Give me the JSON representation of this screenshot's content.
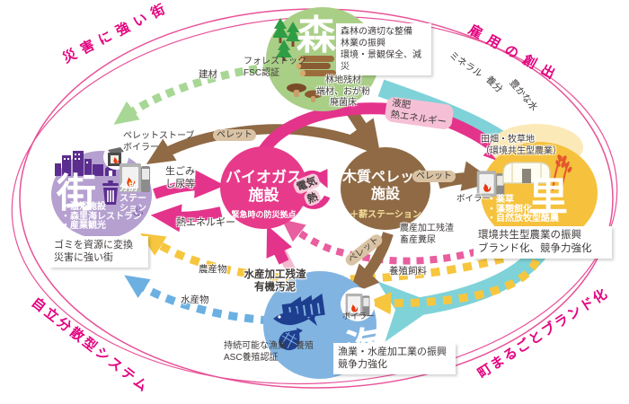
{
  "colors": {
    "ring_pink": "#e85298",
    "corner_text": "#e4007f",
    "accent_pink": "#e4338b",
    "pink_dash": "#ec6da0",
    "forest_green": "#a9ce86",
    "tree_green": "#2f9d45",
    "town_purple": "#b5a0d0",
    "town_icon_purple": "#5b2d8e",
    "biogas_pink": "#e73a8a",
    "pellet_brown": "#8f6a45",
    "sato_yellow": "#f6c13c",
    "sea_blue": "#82b4e1",
    "sea_icon_navy": "#1e3e8f",
    "cyan_band": "#7fd2d8",
    "green_arrow": "#a8d795",
    "yellow_arrow": "#f7c63f",
    "blue_arrow": "#6cb0e2",
    "tan_label_bg": "#d9c3a4",
    "text_dark": "#3e3a39"
  },
  "ring_labels": {
    "top_left": "災害に強い街",
    "top_right": "雇用の創出",
    "bottom_left": "自立分散型システム",
    "bottom_right": "町まるごとブランド化"
  },
  "nodes": {
    "forest": {
      "name": "森",
      "box": "森林の適切な整備\n林業の振興\n環境・景観保全、減災",
      "cert": "フォレストック\nFSC認証",
      "residues": "林地残材\n端材、おが粉\n廃菌床"
    },
    "town": {
      "name": "街",
      "station": "分別\nステーション",
      "features": "・温浴施設\n・森里海レストラン\n・産業観光",
      "benefit": "ゴミを資源に変換\n災害に強い街",
      "stove": "ペレットストーブ\nボイラー"
    },
    "biogas": {
      "name": "バイオガス\n施設",
      "sub": "緊急時の防災拠点"
    },
    "pellet": {
      "name": "木質ペレット\n施設",
      "sub": "＋薪ステーション"
    },
    "sato": {
      "name": "里",
      "field": "田畑・牧草地\n（環境共生型農業）",
      "boiler": "ボイラー",
      "features": "・薬草\n・藻類餌化\n・自然放牧型酪農",
      "benefit": "環境共生型農業の振興\nブランド化、競争力強化"
    },
    "sea": {
      "name": "海",
      "boiler": "ボイラー",
      "cert": "持続可能な漁業・養殖\nASC養殖認証",
      "benefit": "漁業・水産加工業の振興\n競争力強化"
    }
  },
  "flows": {
    "building_material": "建材",
    "pellet_to_town": "ペレット",
    "pellet_to_sato": "ペレット",
    "pellet_to_sea": "ペレット",
    "garbage": "生ごみ\nし尿等",
    "heat_to_town": "熱エネルギー",
    "liquid_fertilizer": "液肥\n熱エネルギー",
    "electricity": [
      "電気",
      "熱"
    ],
    "minerals": [
      "ミネラル",
      "養分",
      "豊かな水"
    ],
    "farm_products": "農産物",
    "marine_products": "水産物",
    "aquaculture_feed": "養殖飼料",
    "farm_residue": "農産加工残渣\n畜産糞尿",
    "marine_residue": "水産加工残渣\n有機汚泥"
  }
}
